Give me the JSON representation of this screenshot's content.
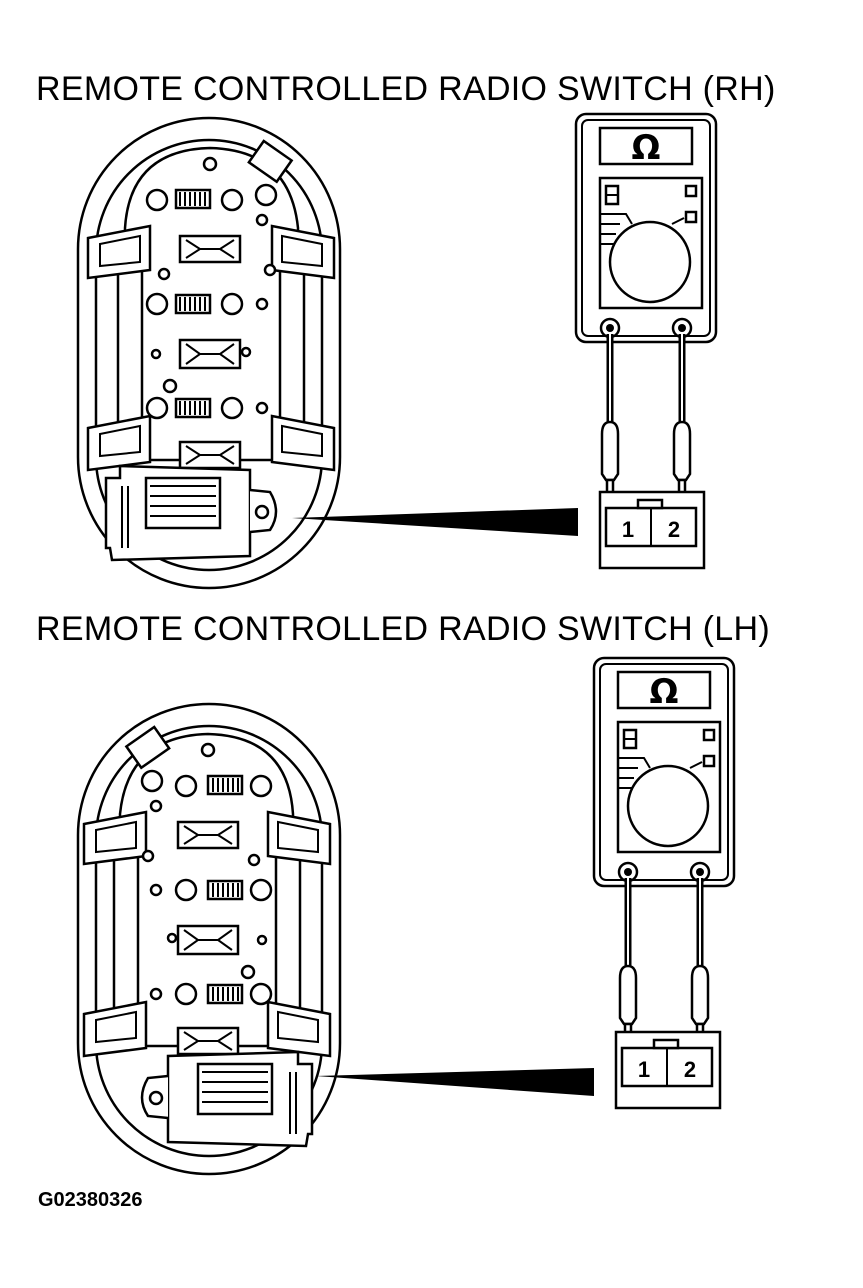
{
  "sections": [
    {
      "title": "REMOTE CONTROLLED RADIO SWITCH (RH)",
      "meter_symbol": "Ω",
      "connector_pins": [
        "1",
        "2"
      ]
    },
    {
      "title": "REMOTE CONTROLLED RADIO SWITCH (LH)",
      "meter_symbol": "Ω",
      "connector_pins": [
        "1",
        "2"
      ]
    }
  ],
  "figure_code": "G02380326"
}
